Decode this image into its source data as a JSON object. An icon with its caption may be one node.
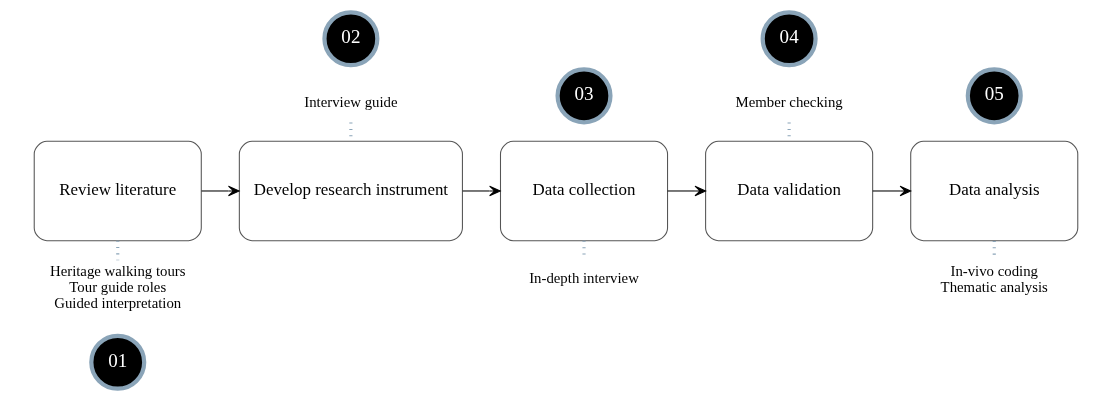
{
  "diagram": {
    "nodes": [
      {
        "text": [
          "01"
        ]
      },
      {
        "text": [
          "Review literature"
        ]
      },
      {
        "text": [
          "Heritage walking tours",
          "Tour guide roles",
          "Guided interpretation"
        ]
      },
      {
        "text": [
          "Interview guide"
        ]
      },
      {
        "text": [
          "Develop research instrument"
        ]
      },
      {
        "text": [
          "02"
        ]
      },
      {
        "text": [
          "03"
        ]
      },
      {
        "text": [
          "Data collection"
        ]
      },
      {
        "text": [
          "In-depth interview"
        ]
      },
      {
        "text": [
          "Member checking"
        ]
      },
      {
        "text": [
          "Data validation"
        ]
      },
      {
        "text": [
          "04"
        ]
      },
      {
        "text": [
          "05"
        ]
      },
      {
        "text": [
          "Data analysis"
        ]
      },
      {
        "text": [
          "In-vivo coding",
          "Thematic analysis"
        ]
      }
    ],
    "edges": [
      {
        "from": 1,
        "to": 4,
        "arrow": "to",
        "color": "#000000"
      },
      {
        "from": 4,
        "to": 7,
        "arrow": "to",
        "color": "#000000"
      },
      {
        "from": 7,
        "to": 10,
        "arrow": "to",
        "color": "#000000"
      },
      {
        "from": 10,
        "to": 13,
        "arrow": "to",
        "color": "#000000"
      },
      {
        "from": 1,
        "to": 2,
        "arrow": "none",
        "style": "dashed",
        "color": "#8aa4b8"
      },
      {
        "from": 3,
        "to": 4,
        "arrow": "none",
        "style": "dashed",
        "color": "#8aa4b8"
      },
      {
        "from": 7,
        "to": 8,
        "arrow": "none",
        "style": "dashed",
        "color": "#8aa4b8"
      },
      {
        "from": 9,
        "to": 10,
        "arrow": "none",
        "style": "dashed",
        "color": "#8aa4b8"
      },
      {
        "from": 13,
        "to": 14,
        "arrow": "none",
        "style": "dashed",
        "color": "#8aa4b8"
      }
    ]
  }
}
